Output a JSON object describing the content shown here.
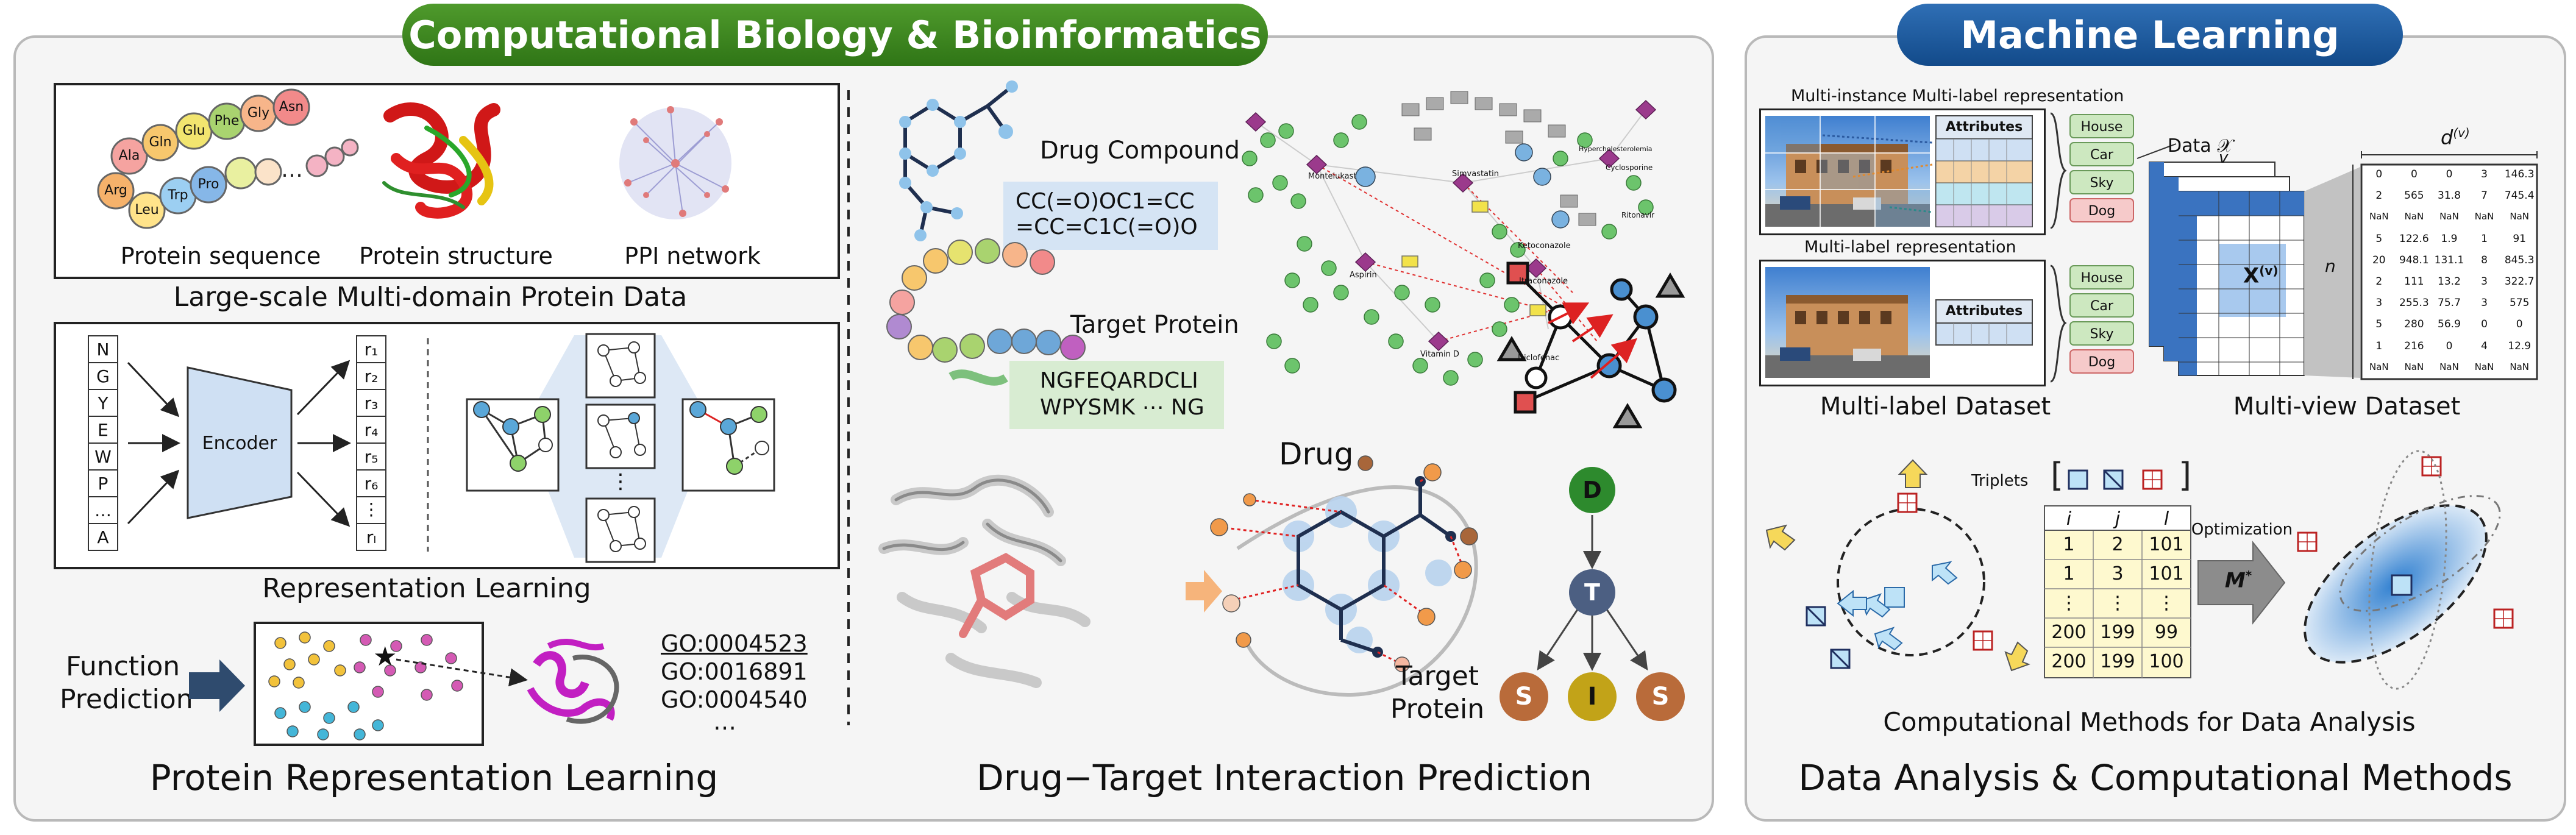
{
  "headers": {
    "bio": "Computational Biology & Bioinformatics",
    "ml": "Machine Learning"
  },
  "protein_data": {
    "amino_acids": [
      "Ala",
      "Gln",
      "Glu",
      "Phe",
      "Gly",
      "Asn",
      "Arg",
      "Leu",
      "Trp",
      "Pro"
    ],
    "label_sequence": "Protein sequence",
    "label_structure": "Protein structure",
    "label_ppi": "PPI network",
    "caption": "Large-scale Multi-domain Protein Data"
  },
  "representation": {
    "sequence": [
      "N",
      "G",
      "Y",
      "E",
      "W",
      "P",
      "…",
      "A"
    ],
    "encoder": "Encoder",
    "outputs": [
      "r₁",
      "r₂",
      "r₃",
      "r₄",
      "r₅",
      "r₆",
      "⋮",
      "rₗ"
    ],
    "vdots": "⋮",
    "caption": "Representation Learning"
  },
  "function_prediction": {
    "label_line1": "Function",
    "label_line2": "Prediction",
    "go_terms": [
      "GO:0004523",
      "GO:0016891",
      "GO:0004540",
      "…"
    ]
  },
  "bio_titles": {
    "protein": "Protein Representation Learning",
    "dti": "Drug−Target Interaction Prediction"
  },
  "dti": {
    "drug_compound_label": "Drug Compound",
    "smiles_line1": "CC(=O)OC1=CC",
    "smiles_line2": "=CC=C1C(=O)O",
    "target_protein_label": "Target Protein",
    "protein_seq_line1": "NGFEQARDCLI",
    "protein_seq_line2": "WPYSMK ⋯ NG",
    "drug_label": "Drug",
    "target_label_line1": "Target",
    "target_label_line2": "Protein",
    "tree_nodes": {
      "root": "D",
      "mid": "T",
      "left": "S",
      "center": "I",
      "right": "S"
    },
    "network_drugs": [
      "Montelukast",
      "Simvastatin",
      "Hypercholesterolemia",
      "Ketoconazole",
      "Itraconazole",
      "Diclofenac",
      "Aspirin",
      "Vitamin D",
      "Cyclosporine",
      "Ritonavir"
    ]
  },
  "multilabel": {
    "mimil_title": "Multi-instance Multi-label representation",
    "ml_title": "Multi-label representation",
    "attributes": "Attributes",
    "labels": [
      "House",
      "Car",
      "Sky",
      "Dog"
    ],
    "dataset_label": "Multi-label Dataset"
  },
  "multiview": {
    "data_label": "Data 𝒳",
    "v_label": "v",
    "d_label": "d",
    "d_sup": "(v)",
    "n_label": "n",
    "x_label": "X",
    "x_sup": "(v)",
    "table": [
      [
        "0",
        "0",
        "0",
        "3",
        "146.3"
      ],
      [
        "2",
        "565",
        "31.8",
        "7",
        "745.4"
      ],
      [
        "NaN",
        "NaN",
        "NaN",
        "NaN",
        "NaN"
      ],
      [
        "5",
        "122.6",
        "1.9",
        "1",
        "91"
      ],
      [
        "20",
        "948.1",
        "131.1",
        "8",
        "845.3"
      ],
      [
        "2",
        "111",
        "13.2",
        "3",
        "322.7"
      ],
      [
        "3",
        "255.3",
        "75.7",
        "3",
        "575"
      ],
      [
        "5",
        "280",
        "56.9",
        "0",
        "0"
      ],
      [
        "1",
        "216",
        "0",
        "4",
        "12.9"
      ],
      [
        "NaN",
        "NaN",
        "NaN",
        "NaN",
        "NaN"
      ]
    ],
    "dataset_label": "Multi-view Dataset"
  },
  "metric": {
    "triplets_label": "Triplets",
    "headers": [
      "i",
      "j",
      "l"
    ],
    "rows": [
      [
        "1",
        "2",
        "101"
      ],
      [
        "1",
        "3",
        "101"
      ],
      [
        "⋮",
        "⋮",
        "⋮"
      ],
      [
        "200",
        "199",
        "99"
      ],
      [
        "200",
        "199",
        "100"
      ]
    ],
    "optimization_label": "Optimization",
    "m_label": "M",
    "m_sup": "*",
    "caption": "Computational Methods for Data Analysis"
  },
  "ml_title": "Data Analysis & Computational Methods"
}
